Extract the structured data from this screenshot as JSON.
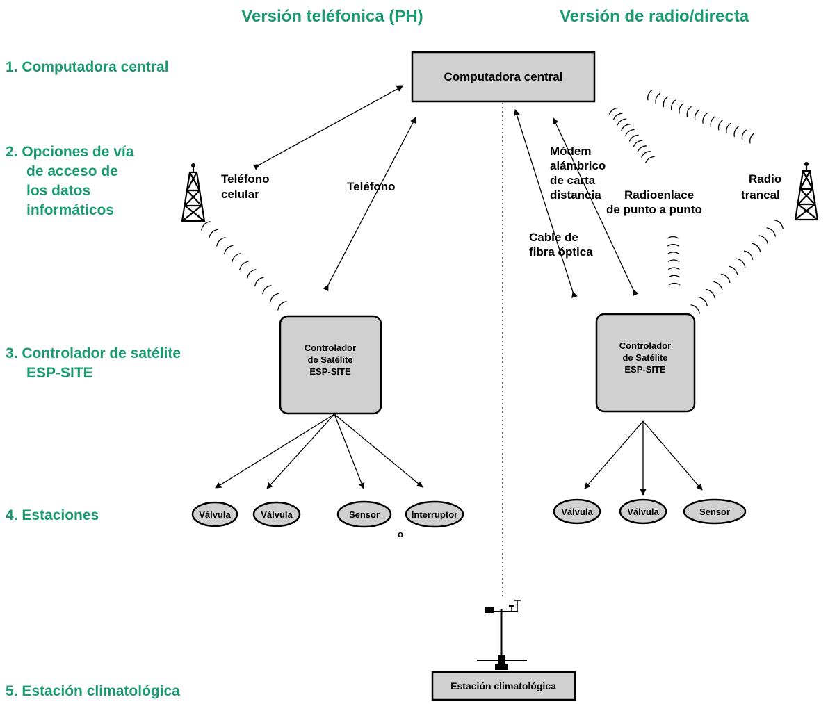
{
  "colors": {
    "accent": "#1a9b6e",
    "box_fill": "#d0d0d0",
    "stroke": "#000000"
  },
  "headers": {
    "phone_version": "Versión teléfonica (PH)",
    "radio_version": "Versión de radio/directa"
  },
  "levels": [
    {
      "label": "1. Computadora central"
    },
    {
      "label": "2. Opciones de vía"
    },
    {
      "label": "de acceso de"
    },
    {
      "label": "los datos"
    },
    {
      "label": "informáticos"
    },
    {
      "label": "3. Controlador de satélite"
    },
    {
      "label": "ESP-SITE"
    },
    {
      "label": "4. Estaciones"
    },
    {
      "label": "5. Estación climatológica"
    }
  ],
  "central": {
    "label": "Computadora central"
  },
  "links": {
    "cell_line1": "Teléfono",
    "cell_line2": "celular",
    "phone": "Teléfono",
    "modem_line1": "Módem",
    "modem_line2": "alámbrico",
    "modem_line3": "de carta",
    "modem_line4": "distancia",
    "fiber_line1": "Cable de",
    "fiber_line2": "fibra óptica",
    "p2p_line1": "Radioenlace",
    "p2p_line2": "de punto a punto",
    "trunk_line1": "Radio",
    "trunk_line2": "trancal"
  },
  "controller_left": {
    "line1": "Controlador",
    "line2": "de Satélite",
    "line3": "ESP-SITE"
  },
  "controller_right": {
    "line1": "Controlador",
    "line2": "de Satélite",
    "line3": "ESP-SITE"
  },
  "stations_left": [
    {
      "label": "Válvula"
    },
    {
      "label": "Válvula"
    },
    {
      "label": "Sensor"
    },
    {
      "label": "Interruptor"
    }
  ],
  "or_text": "o",
  "stations_right": [
    {
      "label": "Válvula"
    },
    {
      "label": "Válvula"
    },
    {
      "label": "Sensor"
    }
  ],
  "weather": {
    "label": "Estación climatológica"
  },
  "icons": [
    "radio-tower-icon",
    "radio-wave-icon",
    "weather-station-icon"
  ]
}
